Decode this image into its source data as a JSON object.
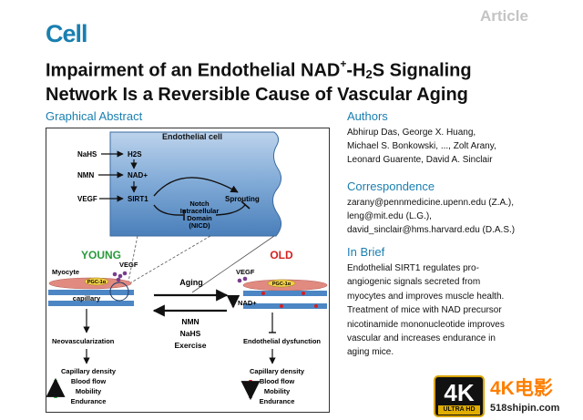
{
  "header": {
    "journal": "Cell",
    "article_type": "Article"
  },
  "title": {
    "line1_pre": "Impairment of an Endothelial NAD",
    "line1_sup": "+",
    "line1_mid": "-H",
    "line1_sub": "2",
    "line1_post": "S Signaling",
    "line2": "Network Is a Reversible Cause of Vascular Aging"
  },
  "graphical_abstract": {
    "heading": "Graphical Abstract",
    "cell_label": "Endothelial cell",
    "inputs": [
      "NaHS",
      "NMN",
      "VEGF"
    ],
    "pathway": [
      "H2S",
      "NAD+",
      "SIRT1"
    ],
    "notch_lines": [
      "Notch",
      "Intracellular",
      "Domain",
      "(NICD)"
    ],
    "sprouting": "Sprouting",
    "young_label": "YOUNG",
    "old_label": "OLD",
    "myocyte": "Myocyte",
    "capillary": "capillary",
    "pgc": "PGC-1α",
    "vegf": "VEGF",
    "nad": "NAD+",
    "aging": "Aging",
    "treatments": [
      "NMN",
      "NaHS",
      "Exercise"
    ],
    "young_outcome": "Neovascularization",
    "old_outcome": "Endothelial dysfunction",
    "metrics": [
      "Capillary density",
      "Blood flow",
      "Mobility",
      "Endurance"
    ],
    "colors": {
      "cell_blue": "#5f93c7",
      "young_green": "#2a9a3a",
      "old_red": "#d42020",
      "arrow_up_green": "#3aa845",
      "arrow_down_red": "#d42020",
      "myocyte": "#e08a80",
      "pgc_fill": "#f2d04a",
      "capillary": "#4d86c4"
    }
  },
  "authors": {
    "heading": "Authors",
    "lines": [
      "Abhirup Das, George X. Huang,",
      "Michael S. Bonkowski, ..., Zolt Arany,",
      "Leonard Guarente, David A. Sinclair"
    ]
  },
  "correspondence": {
    "heading": "Correspondence",
    "lines": [
      "zarany@pennmedicine.upenn.edu (Z.A.),",
      "leng@mit.edu (L.G.),",
      "david_sinclair@hms.harvard.edu (D.A.S.)"
    ]
  },
  "brief": {
    "heading": "In Brief",
    "lines": [
      "Endothelial SIRT1 regulates pro-",
      "angiogenic signals secreted from",
      "myocytes and improves muscle health.",
      "Treatment of mice with NAD precursor",
      "nicotinamide mononucleotide improves",
      "vascular and increases endurance in",
      "aging mice."
    ]
  },
  "watermark": {
    "badge_main": "4K",
    "badge_sub": "ULTRA HD",
    "title": "4K电影",
    "url": "518shipin.com"
  }
}
